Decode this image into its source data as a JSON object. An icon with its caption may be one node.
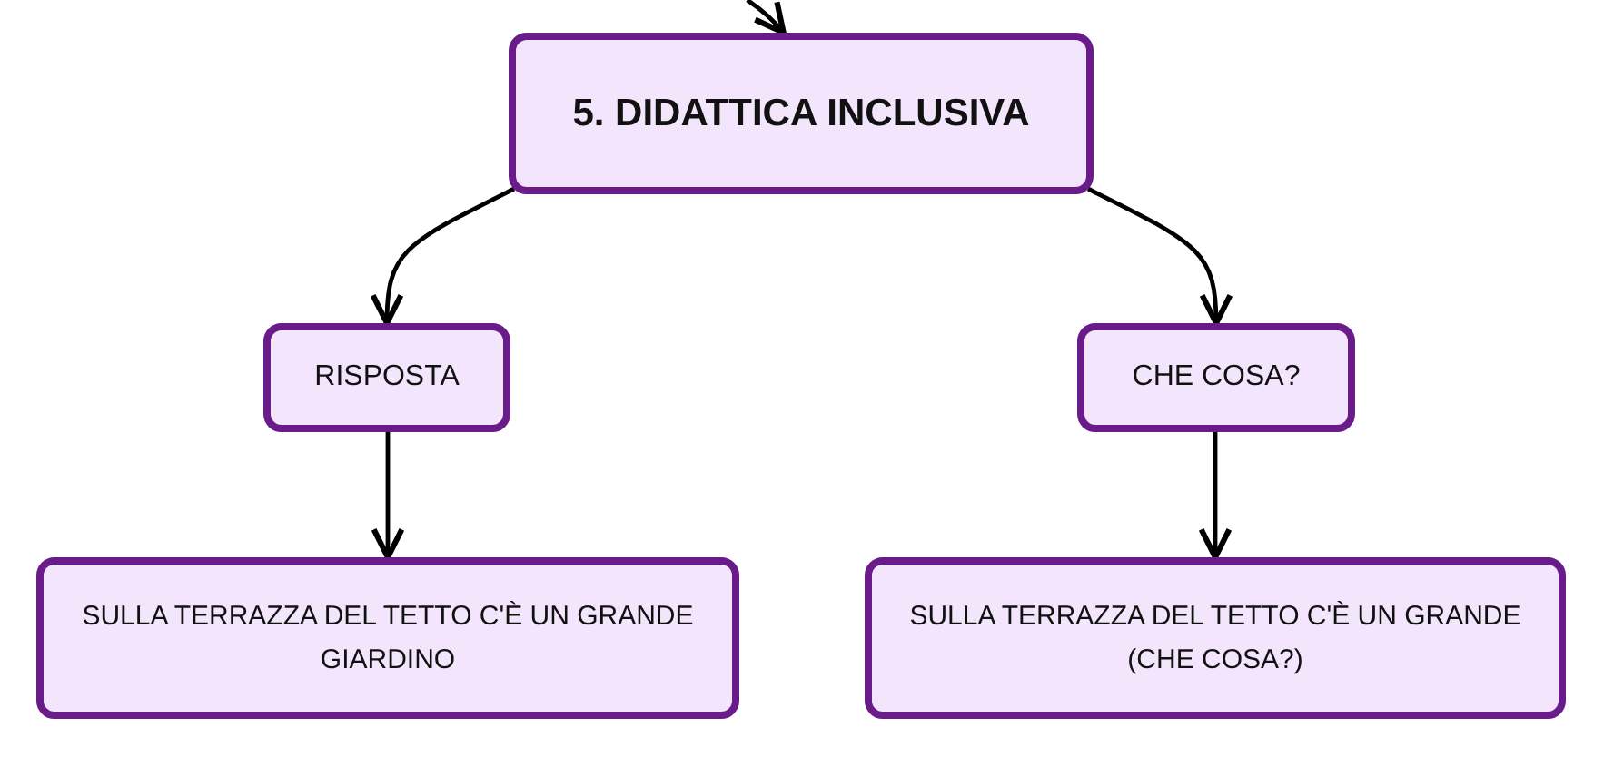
{
  "diagram": {
    "nodes": [
      {
        "text": [
          "5. DIDATTICA INCLUSIVA"
        ]
      },
      {
        "text": [
          "RISPOSTA"
        ]
      },
      {
        "text": [
          "CHE COSA?"
        ]
      },
      {
        "text": [
          "SULLA TERRAZZA DEL TETTO C'È UN GRANDE GIARDINO"
        ]
      },
      {
        "text": [
          "SULLA TERRAZZA DEL TETTO C'È UN GRANDE (CHE COSA?)"
        ]
      }
    ],
    "edges": [
      {
        "from": null,
        "to": 0,
        "arrow": "to"
      },
      {
        "from": 0,
        "to": 1,
        "arrow": "to"
      },
      {
        "from": 0,
        "to": 2,
        "arrow": "to"
      },
      {
        "from": 1,
        "to": 3,
        "arrow": "to"
      },
      {
        "from": 2,
        "to": 4,
        "arrow": "to"
      }
    ]
  }
}
